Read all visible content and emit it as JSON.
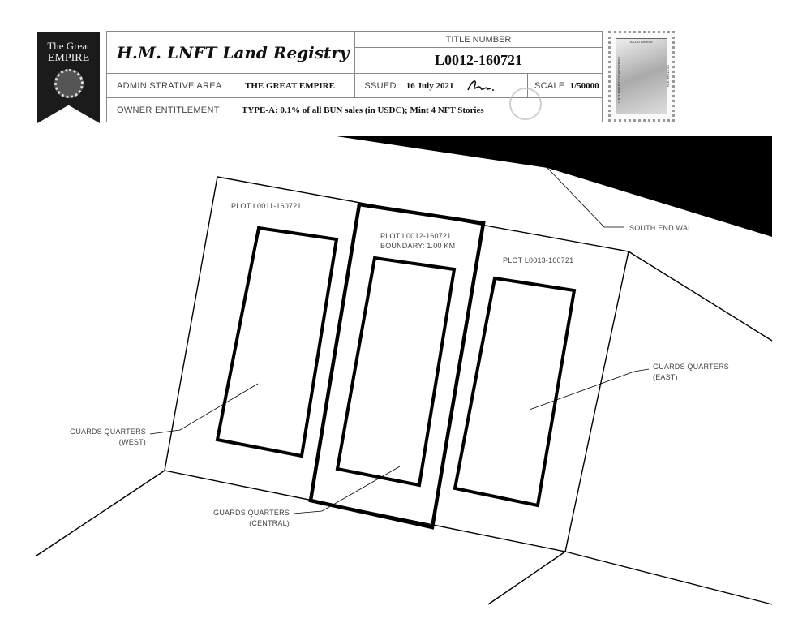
{
  "logo": {
    "line1": "The Great",
    "line2": "EMPIRE"
  },
  "header": {
    "registry_title": "H.M. LNFT Land Registry",
    "title_number_label": "TITLE NUMBER",
    "title_number": "L0012-160721",
    "admin_area_label": "ADMINISTRATIVE AREA",
    "admin_area": "THE GREAT EMPIRE",
    "issued_label": "ISSUED",
    "issued_date": "16 July 2021",
    "scale_label": "SCALE",
    "scale": "1/50000",
    "owner_label": "OWNER ENTITLEMENT",
    "owner_entitlement": "TYPE-A: 0.1% of all BUN sales (in USDC); Mint 4 NFT Stories"
  },
  "stamp": {
    "top": "A LOOTVERSE",
    "side_left": "LOOT PROJECT PHILOSOPHY",
    "side_right": "DESTINATION"
  },
  "plan": {
    "plot_west": "PLOT L0011-160721",
    "plot_center": "PLOT L0012-160721",
    "boundary": "BOUNDARY: 1.00 KM",
    "plot_east": "PLOT L0013-160721",
    "south_wall": "SOUTH END WALL",
    "gq_west_1": "GUARDS QUARTERS",
    "gq_west_2": "(WEST)",
    "gq_east_1": "GUARDS QUARTERS",
    "gq_east_2": "(EAST)",
    "gq_central_1": "GUARDS QUARTERS",
    "gq_central_2": "(CENTRAL)"
  }
}
